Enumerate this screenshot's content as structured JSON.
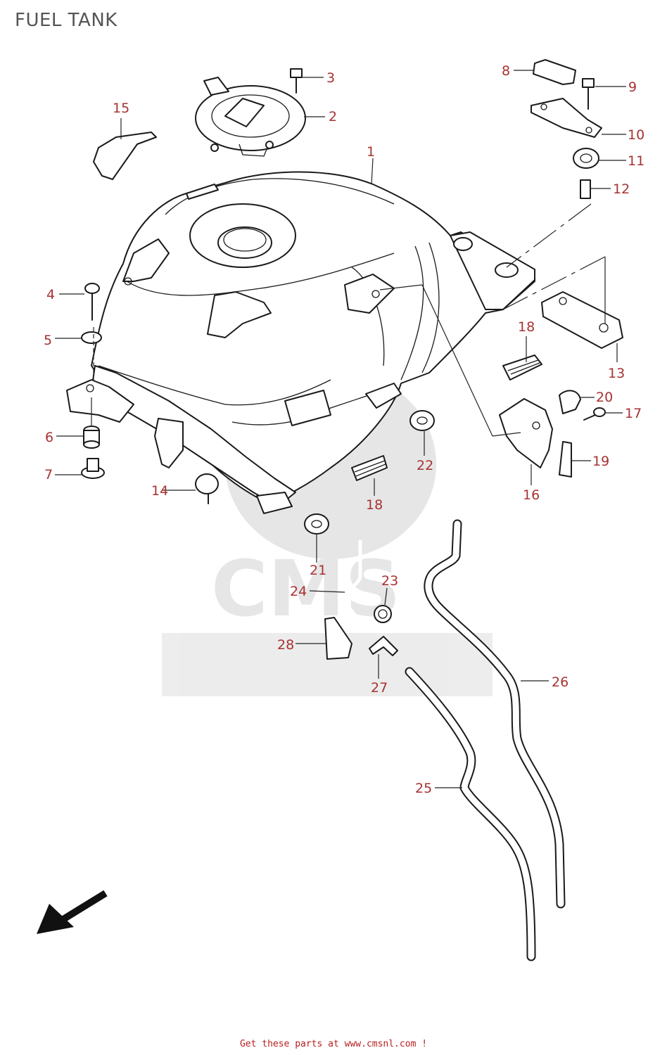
{
  "title": "FUEL TANK",
  "footer": "Get these parts at www.cmsnl.com  !",
  "watermark_text": "CMS",
  "callouts": [
    "1",
    "2",
    "3",
    "4",
    "5",
    "6",
    "7",
    "8",
    "9",
    "10",
    "11",
    "12",
    "13",
    "14",
    "15",
    "16",
    "17",
    "18",
    "18",
    "19",
    "20",
    "21",
    "22",
    "23",
    "24",
    "25",
    "26",
    "27",
    "28"
  ],
  "colors": {
    "callout": "#a83232",
    "title": "#555555",
    "footer": "#b52020",
    "lines": "#1a1a1a"
  },
  "icons": [
    "front-direction-arrow-icon"
  ]
}
